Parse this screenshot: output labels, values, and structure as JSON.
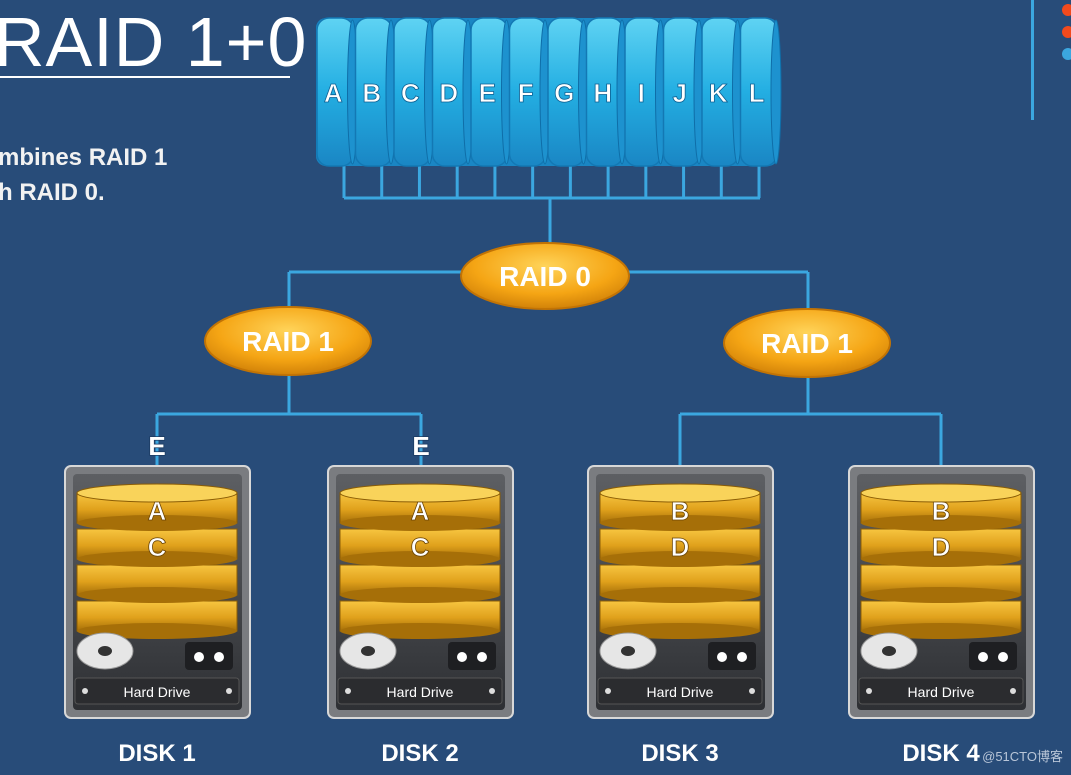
{
  "title": "RAID 1+0",
  "description": {
    "line1": "mbines RAID 1",
    "line2": "h RAID 0."
  },
  "array_letters": [
    "A",
    "B",
    "C",
    "D",
    "E",
    "F",
    "G",
    "H",
    "I",
    "J",
    "K",
    "L"
  ],
  "raid0_label": "RAID 0",
  "mirrors": [
    {
      "label": "RAID 1",
      "stripe_letter": "E",
      "disks": [
        {
          "name": "DISK 1",
          "blocks": [
            "A",
            "C"
          ],
          "drive_label": "Hard Drive"
        },
        {
          "name": "DISK 2",
          "blocks": [
            "A",
            "C"
          ],
          "drive_label": "Hard Drive"
        }
      ]
    },
    {
      "label": "RAID 1",
      "stripe_letter": "",
      "disks": [
        {
          "name": "DISK 3",
          "blocks": [
            "B",
            "D"
          ],
          "drive_label": "Hard Drive"
        },
        {
          "name": "DISK 4",
          "blocks": [
            "B",
            "D"
          ],
          "drive_label": "Hard Drive"
        }
      ]
    }
  ],
  "watermark": "@51CTO博客",
  "colors": {
    "background": "#284c79",
    "connector": "#3ba7e0",
    "cylinder": "#2ab0e0",
    "oval": "#f5a514",
    "platter": "#e3a71f"
  }
}
